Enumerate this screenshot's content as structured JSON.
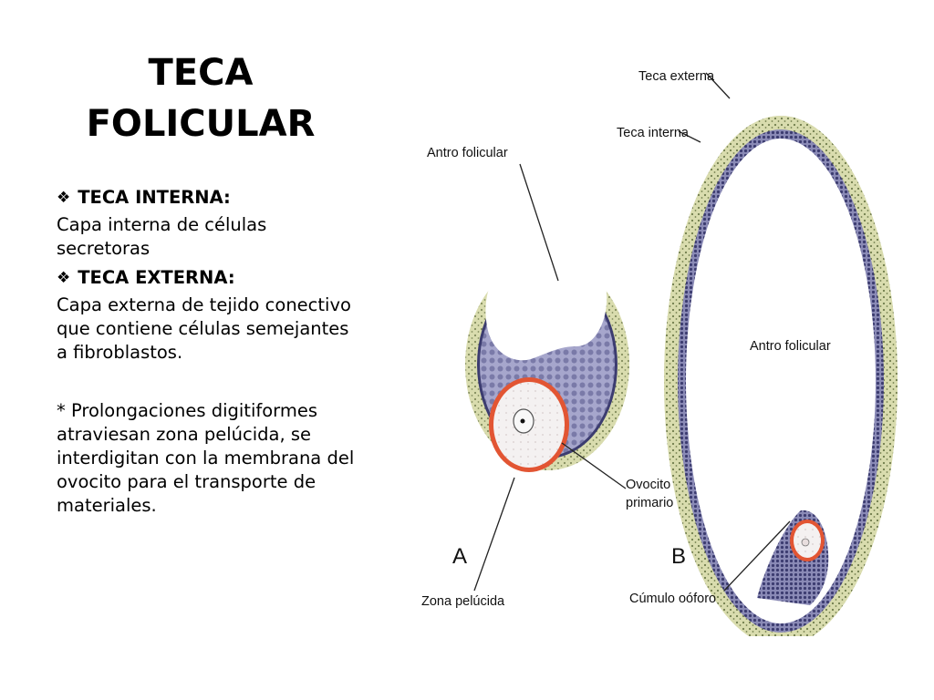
{
  "slide": {
    "title_line1": "TECA",
    "title_line2": "FOLICULAR",
    "bullets": [
      {
        "glyph": "❖",
        "heading": "TECA INTERNA:",
        "text": "Capa interna de células secretoras"
      },
      {
        "glyph": "❖",
        "heading": "TECA EXTERNA:",
        "text": "Capa externa de tejido conectivo que contiene células semejantes a fibroblastos."
      }
    ],
    "note": "* Prolongaciones digitiformes atraviesan zona pelúcida, se interdigitan con la membrana del ovocito para el transporte de materiales."
  },
  "figure": {
    "labels": {
      "antro_a": "Antro folicular",
      "ovocito_1": "Ovocito",
      "ovocito_2": "primario",
      "letter_a": "A",
      "zona": "Zona pelúcida",
      "teca_externa": "Teca externa",
      "teca_interna": "Teca interna",
      "antro_b": "Antro folicular",
      "letter_b": "B",
      "cumulo": "Cúmulo oóforo"
    },
    "colors": {
      "theca_externa": "#d9dcae",
      "theca_externa_dots": "#5d6a3a",
      "granulosa": "#a6a6cc",
      "granulosa_cells": "#7a7aa8",
      "membrane": "#3c3c70",
      "zona_pelucida": "#e25533",
      "ovocito": "#f1eeee",
      "antro": "#ffffff"
    }
  }
}
